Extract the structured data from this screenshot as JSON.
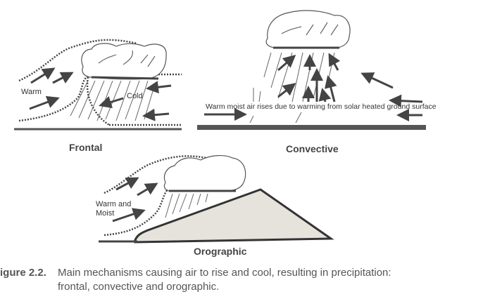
{
  "panels": {
    "frontal": {
      "title": "Frontal",
      "labels": {
        "warm": "Warm",
        "cold": "Cold"
      }
    },
    "convective": {
      "title": "Convective",
      "labels": {
        "note": "Warm moist air rises due to warming from solar heated ground surface"
      }
    },
    "orographic": {
      "title": "Orographic",
      "labels": {
        "warm_line1": "Warm and",
        "warm_line2": "Moist"
      }
    }
  },
  "caption": {
    "number": "igure 2.2.",
    "text_line1": "Main mechanisms causing air to rise and cool, resulting in precipitation:",
    "text_line2": "frontal, convective and orographic."
  },
  "colors": {
    "ink": "#3a3a3a",
    "ground": "#555555",
    "hill_fill": "#e6e2dc"
  }
}
